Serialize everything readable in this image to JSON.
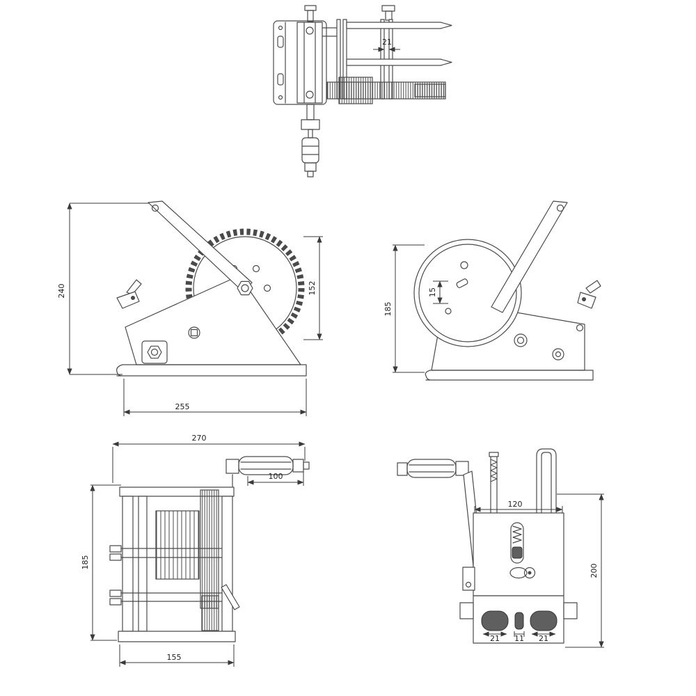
{
  "drawing": {
    "background": "#ffffff",
    "line_color": "#4a4a4a",
    "dim_color": "#3a3a3a",
    "views": {
      "top": {
        "dim_flange_gap": "21"
      },
      "side_left": {
        "dim_height": "240",
        "dim_gear_diameter": "152",
        "dim_base_width": "255"
      },
      "side_right": {
        "dim_height": "185",
        "dim_hub_offset": "15"
      },
      "front": {
        "dim_overall_width": "270",
        "dim_handle_grip": "100",
        "dim_height": "185",
        "dim_base_width": "155"
      },
      "rear": {
        "dim_body_width": "120",
        "dim_overall_height": "200",
        "dim_left_drum": "21",
        "dim_center_gap": "11",
        "dim_right_drum": "21"
      }
    }
  }
}
